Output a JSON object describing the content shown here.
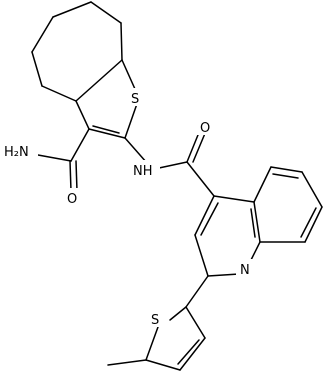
{
  "structure": {
    "atom_labels": {
      "amide_n_left": "H₂N",
      "amide_o_left": "O",
      "thiophene_s_top": "S",
      "nh_link": "NH",
      "amide_o_right": "O",
      "quinoline_n": "N",
      "thiophene_s_bottom": "S"
    }
  }
}
